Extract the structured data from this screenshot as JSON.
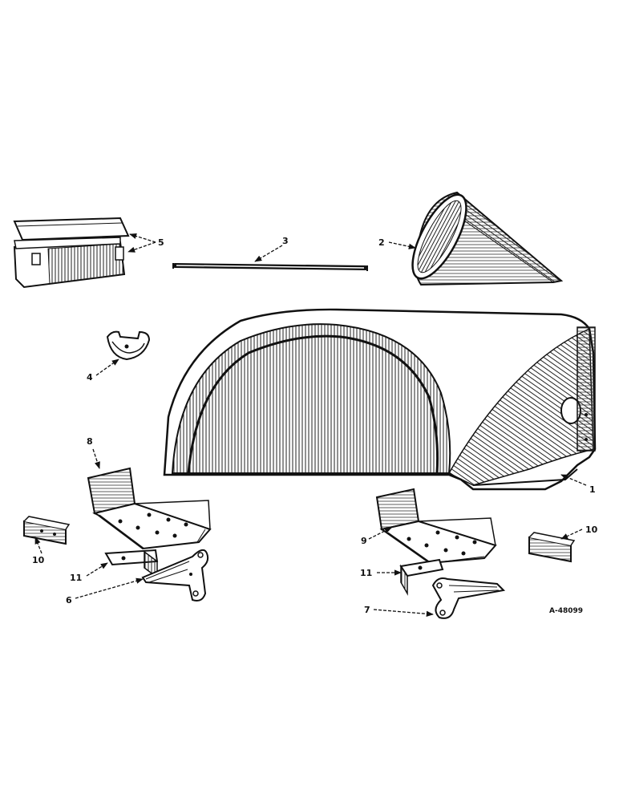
{
  "figure": {
    "reference_number": "A-48099",
    "callouts": [
      "1",
      "2",
      "3",
      "4",
      "5",
      "6",
      "7",
      "8",
      "9",
      "10",
      "11",
      "10",
      "11"
    ]
  },
  "colors": {
    "ink": "#111111",
    "paper": "#ffffff",
    "shade": "#555555"
  }
}
